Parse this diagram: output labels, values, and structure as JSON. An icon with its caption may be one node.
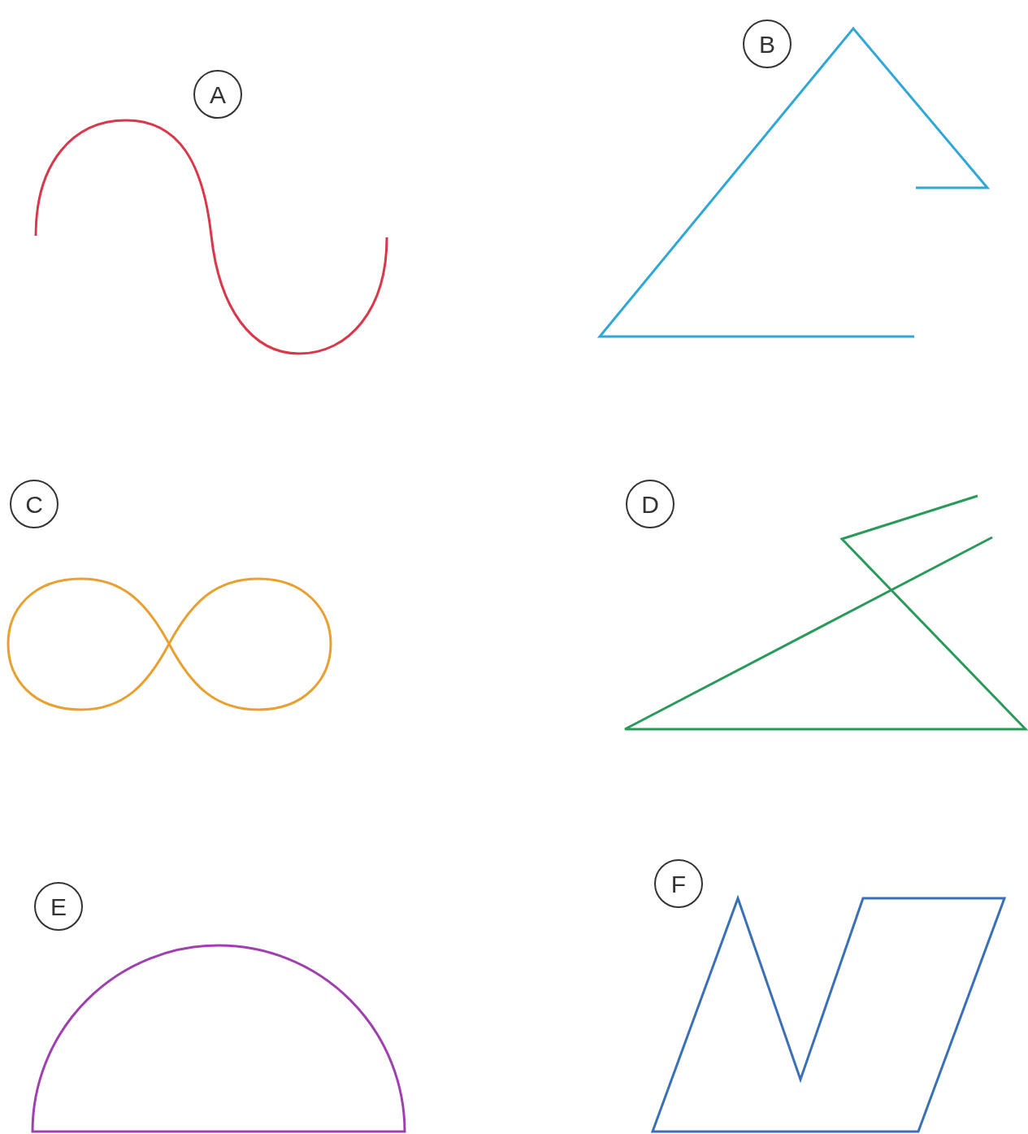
{
  "diagram": {
    "nodes": [
      {
        "text": [
          "A"
        ]
      },
      {
        "text": [
          "B"
        ]
      },
      {
        "text": [
          "C"
        ]
      },
      {
        "text": [
          "D"
        ]
      },
      {
        "text": [
          "E"
        ]
      },
      {
        "text": [
          "F"
        ]
      }
    ]
  }
}
